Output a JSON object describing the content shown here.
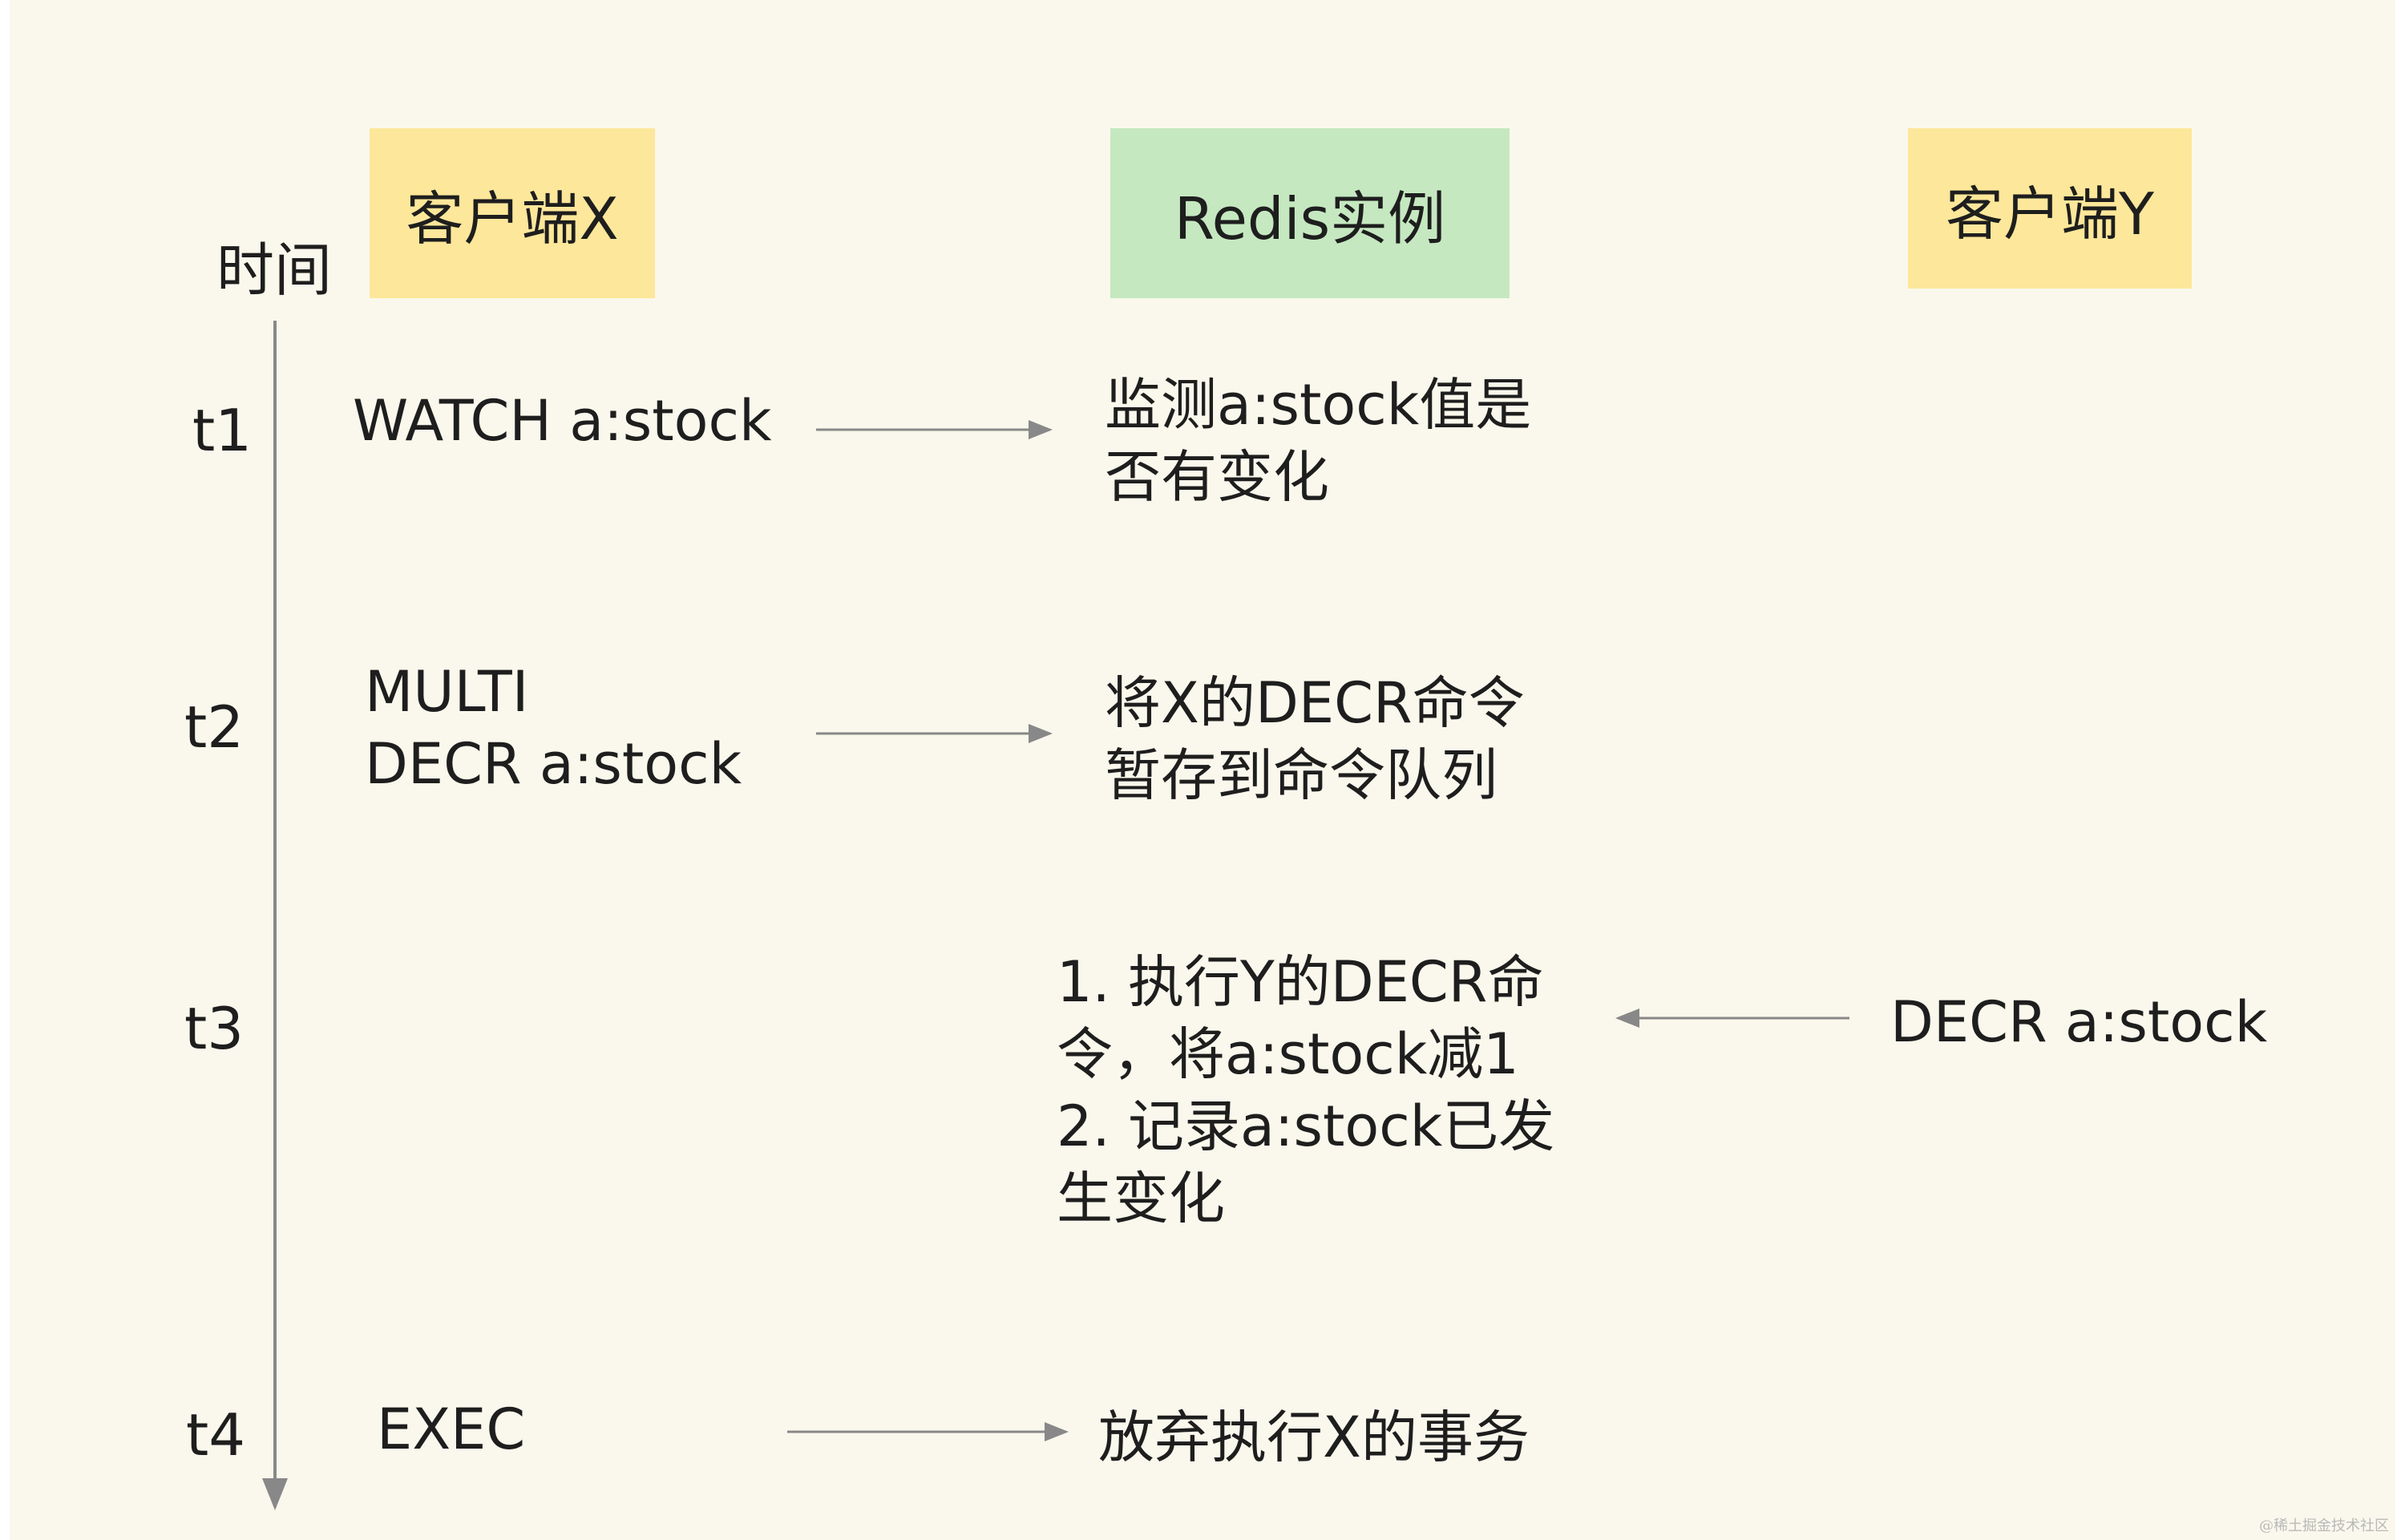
{
  "header": {
    "client_x": "客户端X",
    "redis": "Redis实例",
    "client_y": "客户端Y",
    "time_axis": "时间"
  },
  "times": [
    "t1",
    "t2",
    "t3",
    "t4"
  ],
  "client_x_commands": {
    "t1": "WATCH a:stock",
    "t2_line1": "MULTI",
    "t2_line2": "DECR a:stock",
    "t4": "EXEC"
  },
  "redis_actions": {
    "t1_line1": "监测a:stock值是",
    "t1_line2": "否有变化",
    "t2_line1": "将X的DECR命令",
    "t2_line2": "暂存到命令队列",
    "t3_line1": "1. 执行Y的DECR命",
    "t3_line2": "令，将a:stock减1",
    "t3_line3": "2. 记录a:stock已发",
    "t3_line4": "生变化",
    "t4": "放弃执行X的事务"
  },
  "client_y_commands": {
    "t3": "DECR a:stock"
  },
  "watermark": "@稀土掘金技术社区",
  "colors": {
    "background": "#faf8ec",
    "client_box": "#fde79a",
    "redis_box": "#c5e8c0",
    "arrow": "#888888",
    "text": "#1e1e1e"
  }
}
